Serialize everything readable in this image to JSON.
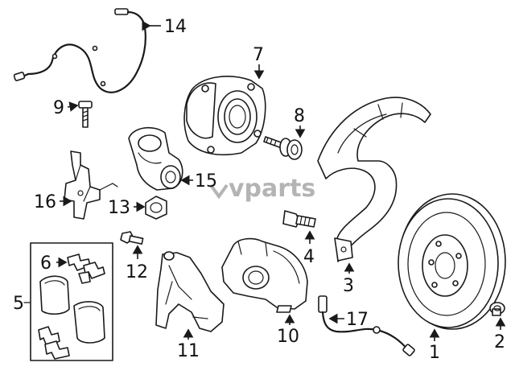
{
  "diagram": {
    "callouts": {
      "c1": "1",
      "c2": "2",
      "c3": "3",
      "c4": "4",
      "c5": "5",
      "c6": "6",
      "c7": "7",
      "c8": "8",
      "c9": "9",
      "c10": "10",
      "c11": "11",
      "c12": "12",
      "c13": "13",
      "c14": "14",
      "c15": "15",
      "c16": "16",
      "c17": "17"
    }
  },
  "watermark": {
    "text": "vparts",
    "color": "#9b9b9b"
  },
  "colors": {
    "line": "#1a1a1a",
    "background": "#ffffff"
  }
}
